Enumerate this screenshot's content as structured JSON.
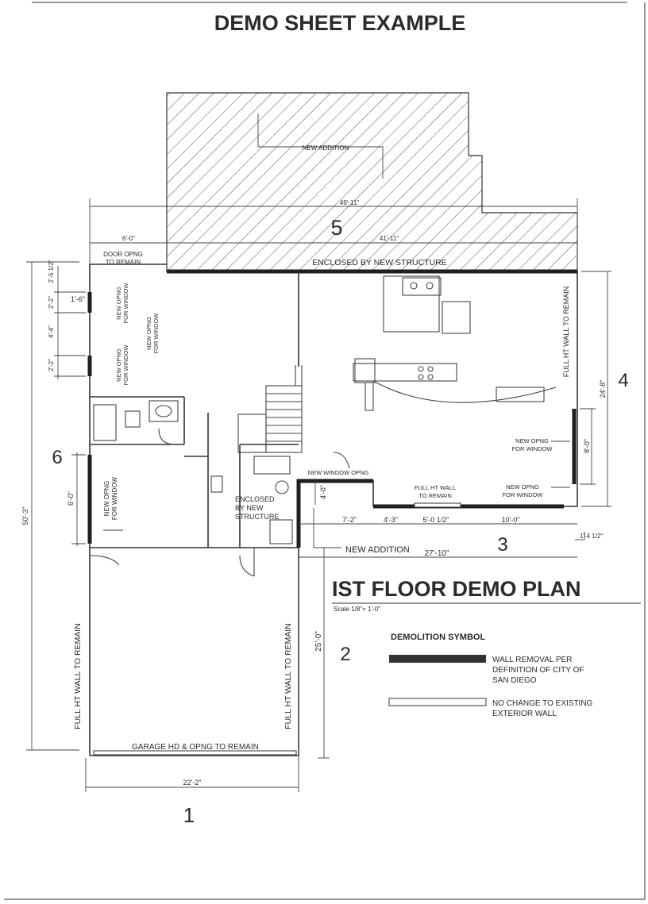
{
  "sheet_title": "DEMO SHEET EXAMPLE",
  "plan_title": "IST FLOOR DEMO PLAN",
  "scale": "Scale 1/8\"= 1'-0\"",
  "legend": {
    "heading": "DEMOLITION SYMBOL",
    "removal_line1": "WALL REMOVAL PER",
    "removal_line2": "DEFINITION OF CITY OF",
    "removal_line3": "SAN DIEGO",
    "nochange_line1": "NO CHANGE TO EXISTING",
    "nochange_line2": "EXTERIOR WALL"
  },
  "elevations": {
    "e1": "1",
    "e2": "2",
    "e3": "3",
    "e4": "4",
    "e5": "5",
    "e6": "6"
  },
  "labels": {
    "new_addition_top": "NEW ADDITION",
    "enclosed_by_new_structure": "ENCLOSED BY NEW STRUCTURE",
    "door_opng_1": "DOOR OPNG",
    "door_opng_2": "TO REMAIN",
    "full_ht_wall_right": "FULL HT WALL TO REMAIN",
    "new_window_opng": "NEW WINDOW OPNG",
    "full_ht_wall_mid_1": "FULL HT WALL",
    "full_ht_wall_mid_2": "TO REMAIN",
    "new_opng_1": "NEW OPNG",
    "for_window": "FOR WINDOW",
    "enclosed_1": "ENCLOSED",
    "enclosed_2": "BY NEW",
    "enclosed_3": "STRUCTURE",
    "new_addition_bottom": "NEW ADDITION",
    "garage_left": "FULL HT WALL TO REMAIN",
    "garage_right": "FULL HT WALL TO REMAIN",
    "garage_door": "GARAGE HD & OPNG TO REMAIN"
  },
  "dims": {
    "d49_11": "49'-11\"",
    "d6_0_top": "6'-0\"",
    "d41_11": "41'-11\"",
    "d2_5_half": "2'-5 1/2\"",
    "d2_2_a": "2'-2\"",
    "d4_4": "4'-4\"",
    "d2_2_b": "2'-2\"",
    "d1_6": "1'-6\"",
    "d50_3": "50'-3\"",
    "d6_0_left": "6'-0\"",
    "d24_8": "24'-8\"",
    "d8_0": "8'-0\"",
    "d4_0": "4'-0\"",
    "d7_2": "7'-2\"",
    "d4_3": "4'-3\"",
    "d5_0_half": "5'-0 1/2\"",
    "d10_0": "10'-0\"",
    "d1_4_half": "1'-4 1/2\"",
    "d27_10": "27'-10\"",
    "d25_0": "25'-0\"",
    "d22_2": "22'-2\""
  }
}
